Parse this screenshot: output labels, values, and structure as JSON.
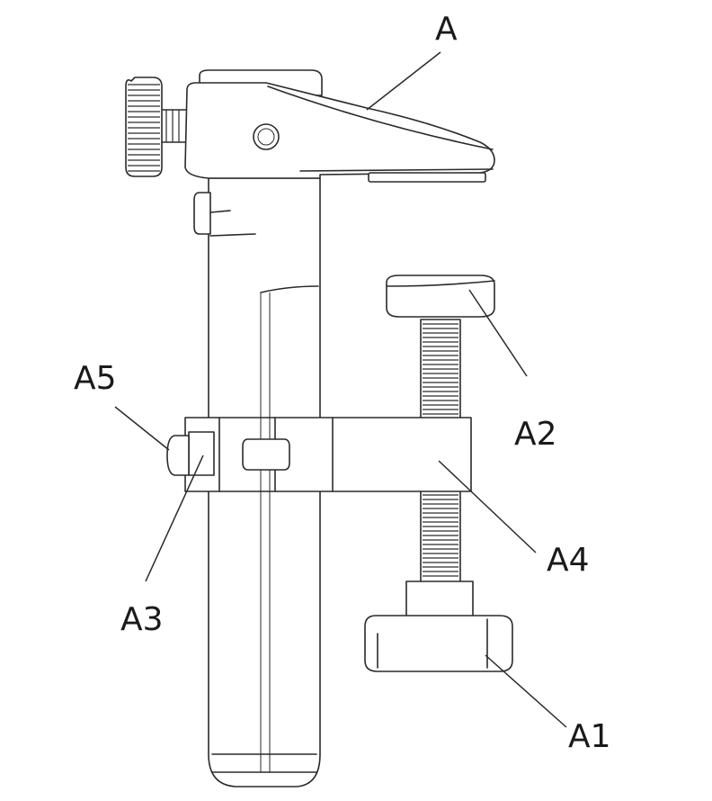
{
  "labels": {
    "a": "A",
    "a1": "A1",
    "a2": "A2",
    "a3": "A3",
    "a4": "A4",
    "a5": "A5"
  },
  "colors": {
    "line": "#2a2a2a",
    "background": "#ffffff"
  }
}
